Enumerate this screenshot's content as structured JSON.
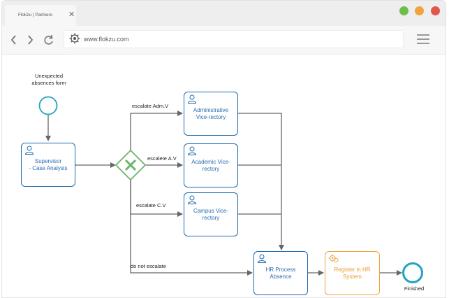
{
  "browser": {
    "tab_title": "Flokzu | Partners",
    "url": "www.flokzu.com",
    "window_buttons": [
      {
        "name": "close",
        "color": "#6cc04a"
      },
      {
        "name": "minimize",
        "color": "#f0a33c"
      },
      {
        "name": "maximize",
        "color": "#e2574c"
      }
    ],
    "icons": [
      "back-arrow-icon",
      "forward-arrow-icon",
      "reload-icon",
      "flokzu-logo-icon",
      "hamburger-menu-icon"
    ]
  },
  "diagram": {
    "start_event": {
      "label": "Unexpected\nabsences form"
    },
    "end_event": {
      "label": "Finished"
    },
    "gateway": {
      "symbol": "X",
      "color": "#6cb56a"
    },
    "tasks": {
      "supervisor": "Supervisor\n- Case Analysis",
      "administrative": "Administrative\nVice-rectory",
      "academic": "Academic Vice-\nrectory",
      "campus": "Campus Vice-\nrectory",
      "hr_process": "HR Process\nAbsence",
      "register": "Register in HR\nSystem"
    },
    "flows": {
      "adm": "escalate Adm.V",
      "academic": "escalete A.V",
      "campus": "escalate C.V",
      "none": "do not escalate"
    },
    "colors": {
      "user_task": "#1e6ab0",
      "service_task": "#f0a340",
      "event": "#21a3c3",
      "flow": "#666666"
    }
  }
}
